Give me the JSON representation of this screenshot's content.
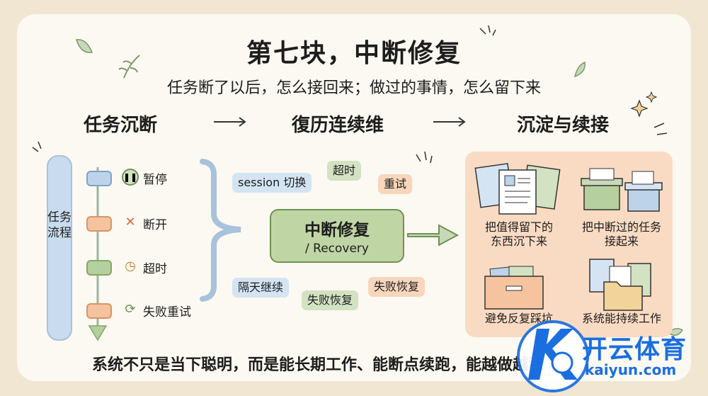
{
  "title": "第七块，中断修复",
  "subtitle": "任务断了以后，怎么接回来；做过的事情，怎么留下来",
  "steps": [
    "任务沉断",
    "復历连续维",
    "沉淀与续接"
  ],
  "flow": {
    "label": "任务\n流程",
    "items": [
      {
        "label": "暂停",
        "icon": "pause-icon"
      },
      {
        "label": "断开",
        "icon": "disconnect-icon"
      },
      {
        "label": "超时",
        "icon": "clock-icon"
      },
      {
        "label": "失败重试",
        "icon": "retry-icon"
      }
    ]
  },
  "tags_top": [
    "session 切换",
    "超时",
    "重试"
  ],
  "tags_bottom": [
    "隔天继续",
    "失败恢复",
    "失败恢复"
  ],
  "center": {
    "main": "中断修复",
    "sub": "/ Recovery"
  },
  "right": {
    "items": [
      {
        "label": "把值得留下的\n东西沉下来",
        "icon": "documents-icon"
      },
      {
        "label": "把中断过的任务\n接起来",
        "icon": "file-boxes-icon"
      },
      {
        "label": "避免反复踩坑",
        "icon": "card-box-icon"
      },
      {
        "label": "系统能持续工作",
        "icon": "folder-files-icon"
      }
    ]
  },
  "bottom_text": "系统不只是当下聪明，而是能长期工作、能断点续跑，能越做越稳",
  "watermark": {
    "main": "开云体育",
    "sub": "kaiyun.com"
  },
  "colors": {
    "blue": "#bcd3ea",
    "green": "#b6cf9e",
    "orange": "#f5c39d",
    "panel": "#f9dbc3",
    "logo": "#1a6ee0"
  }
}
